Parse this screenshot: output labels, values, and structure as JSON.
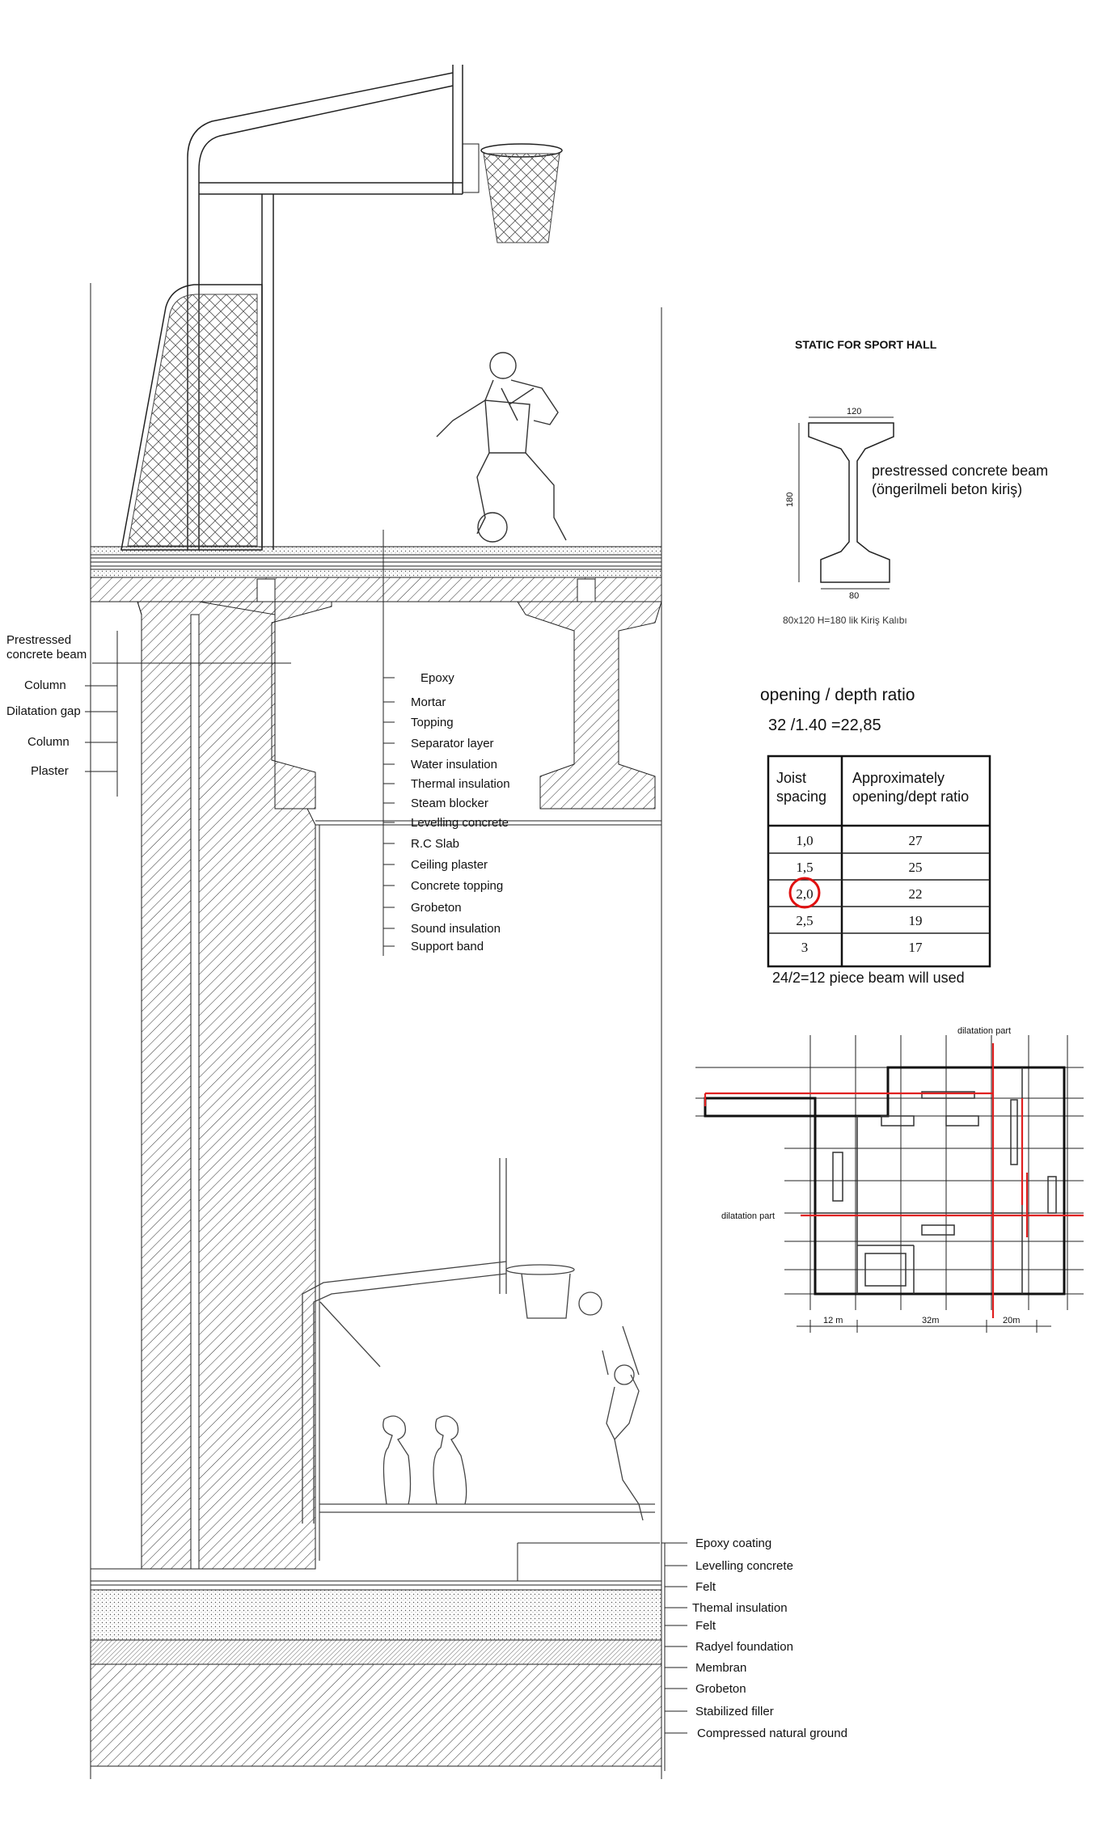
{
  "section_labels_left": [
    "Prestressed",
    "concrete beam",
    "Column",
    "Dilatation gap",
    "Column",
    "Plaster"
  ],
  "roof_layers": [
    "Epoxy",
    "Mortar",
    "Topping",
    "Separator layer",
    "Water insulation",
    "Thermal insulation",
    "Steam blocker",
    "Levelling concrete",
    "R.C Slab",
    "Ceiling plaster",
    "Concrete topping",
    "Grobeton",
    "Sound insulation",
    "Support band"
  ],
  "floor_layers": [
    "Epoxy coating",
    "Levelling concrete",
    "Felt",
    "Themal insulation",
    "Felt",
    "Radyel foundation",
    "Membran",
    "Grobeton",
    "Stabilized filler",
    "Compressed natural ground"
  ],
  "static": {
    "title": "STATIC FOR SPORT HALL",
    "beam_label_1": "prestressed concrete beam",
    "beam_label_2": "(öngerilmeli beton kiriş)",
    "beam_caption": "80x120 H=180 lik Kiriş Kalıbı",
    "dim_top": "120",
    "dim_side": "180",
    "dim_bottom": "80"
  },
  "ratio": {
    "title": "opening / depth ratio",
    "formula": "32 /1.40 =22,85",
    "header_1a": "Joist",
    "header_1b": "spacing",
    "header_2a": "Approximately",
    "header_2b": "opening/dept ratio",
    "rows": [
      {
        "spacing": "1,0",
        "ratio": "27"
      },
      {
        "spacing": "1,5",
        "ratio": "25"
      },
      {
        "spacing": "2,0",
        "ratio": "22"
      },
      {
        "spacing": "2,5",
        "ratio": "19"
      },
      {
        "spacing": "3",
        "ratio": "17"
      }
    ],
    "highlighted_row": 2,
    "note": "24/2=12 piece beam will used"
  },
  "plan": {
    "label_top": "dilatation part",
    "label_left": "dilatation part",
    "dims": [
      "12 m",
      "32m",
      "20m"
    ]
  },
  "colors": {
    "dilatation": "#e02020",
    "highlight_circle": "#e01010"
  }
}
